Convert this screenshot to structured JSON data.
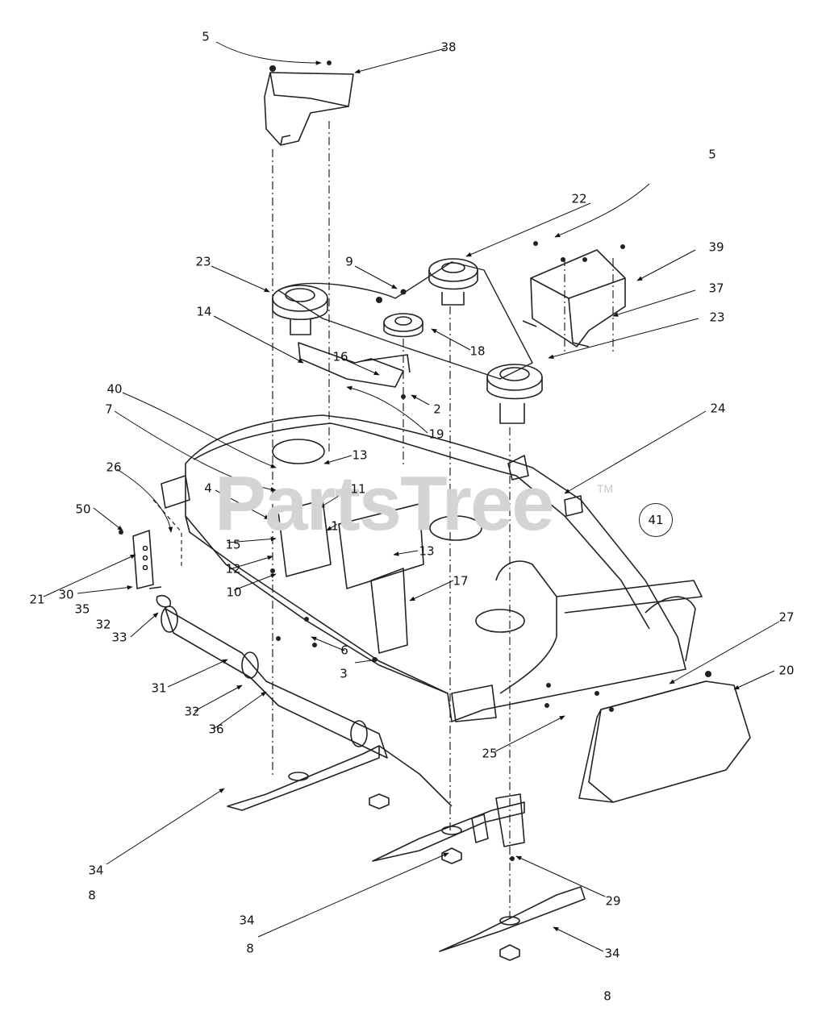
{
  "watermark": {
    "text": "PartsTree",
    "tm": "TM"
  },
  "circled_label": "41",
  "callouts": [
    {
      "text": "5"
    },
    {
      "text": "38"
    },
    {
      "text": "5"
    },
    {
      "text": "22"
    },
    {
      "text": "39"
    },
    {
      "text": "37"
    },
    {
      "text": "23"
    },
    {
      "text": "23"
    },
    {
      "text": "9"
    },
    {
      "text": "14"
    },
    {
      "text": "18"
    },
    {
      "text": "16"
    },
    {
      "text": "2"
    },
    {
      "text": "19"
    },
    {
      "text": "40"
    },
    {
      "text": "7"
    },
    {
      "text": "24"
    },
    {
      "text": "13"
    },
    {
      "text": "26"
    },
    {
      "text": "11"
    },
    {
      "text": "4"
    },
    {
      "text": "1"
    },
    {
      "text": "50"
    },
    {
      "text": "15"
    },
    {
      "text": "13"
    },
    {
      "text": "12"
    },
    {
      "text": "17"
    },
    {
      "text": "21"
    },
    {
      "text": "10"
    },
    {
      "text": "30"
    },
    {
      "text": "35"
    },
    {
      "text": "32"
    },
    {
      "text": "33"
    },
    {
      "text": "6"
    },
    {
      "text": "3"
    },
    {
      "text": "31"
    },
    {
      "text": "27"
    },
    {
      "text": "20"
    },
    {
      "text": "32"
    },
    {
      "text": "36"
    },
    {
      "text": "25"
    },
    {
      "text": "34"
    },
    {
      "text": "8"
    },
    {
      "text": "29"
    },
    {
      "text": "34"
    },
    {
      "text": "8"
    },
    {
      "text": "34"
    },
    {
      "text": "8"
    }
  ]
}
